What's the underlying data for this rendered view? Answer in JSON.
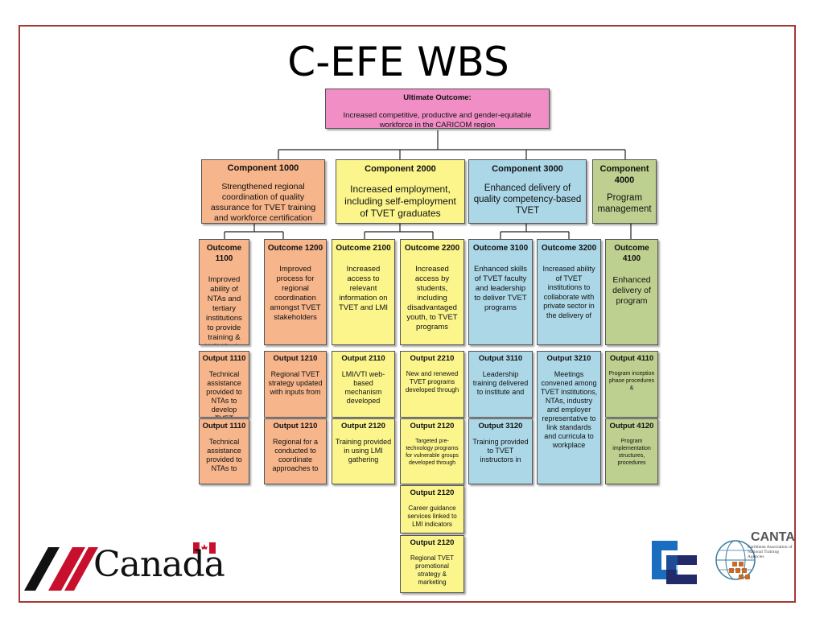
{
  "title": "C-EFE WBS",
  "ultimate": {
    "heading": "Ultimate Outcome:",
    "text": "Increased competitive, productive and gender-equitable workforce in the CARICOM region"
  },
  "components": [
    {
      "heading": "Component 1000",
      "text": "Strengthened regional coordination of quality assurance for TVET training and workforce certification"
    },
    {
      "heading": "Component 2000",
      "text": "Increased employment, including self-employment of TVET graduates"
    },
    {
      "heading": "Component 3000",
      "text": "Enhanced delivery of quality competency-based TVET"
    },
    {
      "heading": "Component 4000",
      "text": "Program management"
    }
  ],
  "outcomes": [
    {
      "heading": "Outcome 1100",
      "text": "Improved ability of NTAs and tertiary institutions to provide training & N/CVQs for"
    },
    {
      "heading": "Outcome 1200",
      "text": "Improved process for regional coordination amongst TVET stakeholders"
    },
    {
      "heading": "Outcome 2100",
      "text": "Increased access to relevant information on TVET and LMI"
    },
    {
      "heading": "Outcome 2200",
      "text": "Increased access by students, including disadvantaged youth, to TVET programs"
    },
    {
      "heading": "Outcome 3100",
      "text": "Enhanced skills of TVET faculty and leadership to deliver TVET programs"
    },
    {
      "heading": "Outcome 3200",
      "text": "Increased ability of TVET institutions to collaborate with private sector in the delivery of"
    },
    {
      "heading": "Outcome 4100",
      "text": "Enhanced delivery of program"
    }
  ],
  "outputs": [
    {
      "heading": "Output 1110",
      "text": "Technical assistance provided to NTAs to develop TVET"
    },
    {
      "heading": "Output 1210",
      "text": "Regional TVET strategy updated with inputs from"
    },
    {
      "heading": "Output 2110",
      "text": "LMI/VTI web-based mechanism developed"
    },
    {
      "heading": "Output 2210",
      "text": "New and renewed TVET programs developed through"
    },
    {
      "heading": "Output 3110",
      "text": "Leadership training delivered to institute and"
    },
    {
      "heading": "Output 3210",
      "text": "Meetings convened among TVET institutions, NTAs, industry and employer representative to link standards and curricula to workplace"
    },
    {
      "heading": "Output 4110",
      "text": "Program inception phase procedures &"
    },
    {
      "heading": "Output 1110",
      "text": "Technical assistance provided to NTAs to"
    },
    {
      "heading": "Output 1210",
      "text": "Regional for a conducted to coordinate approaches to"
    },
    {
      "heading": "Output 2120",
      "text": "Training provided in using LMI gathering"
    },
    {
      "heading": "Output 2120",
      "text": "Targeted pre-technology programs for vulnerable groups developed through"
    },
    {
      "heading": "Output 3120",
      "text": "Training provided to TVET instructors in"
    },
    {
      "heading": "Output 4120",
      "text": "Program implementation structures, procedures"
    },
    {
      "heading": "Output 2120",
      "text": "Career guidance services linked to LMI indicators"
    },
    {
      "heading": "Output 2120",
      "text": "Regional TVET promotional strategy & marketing"
    }
  ],
  "logos": {
    "canada": "Canada",
    "canta": "CANTA",
    "canta_sub": "Caribbean Association of National Training Agencies"
  },
  "colors": {
    "frame": "#a33a36",
    "ultimate": "#f08ec5",
    "orange": "#f6b58b",
    "yellow": "#fbf58c",
    "blue": "#abd7e7",
    "green": "#bdd08f"
  }
}
